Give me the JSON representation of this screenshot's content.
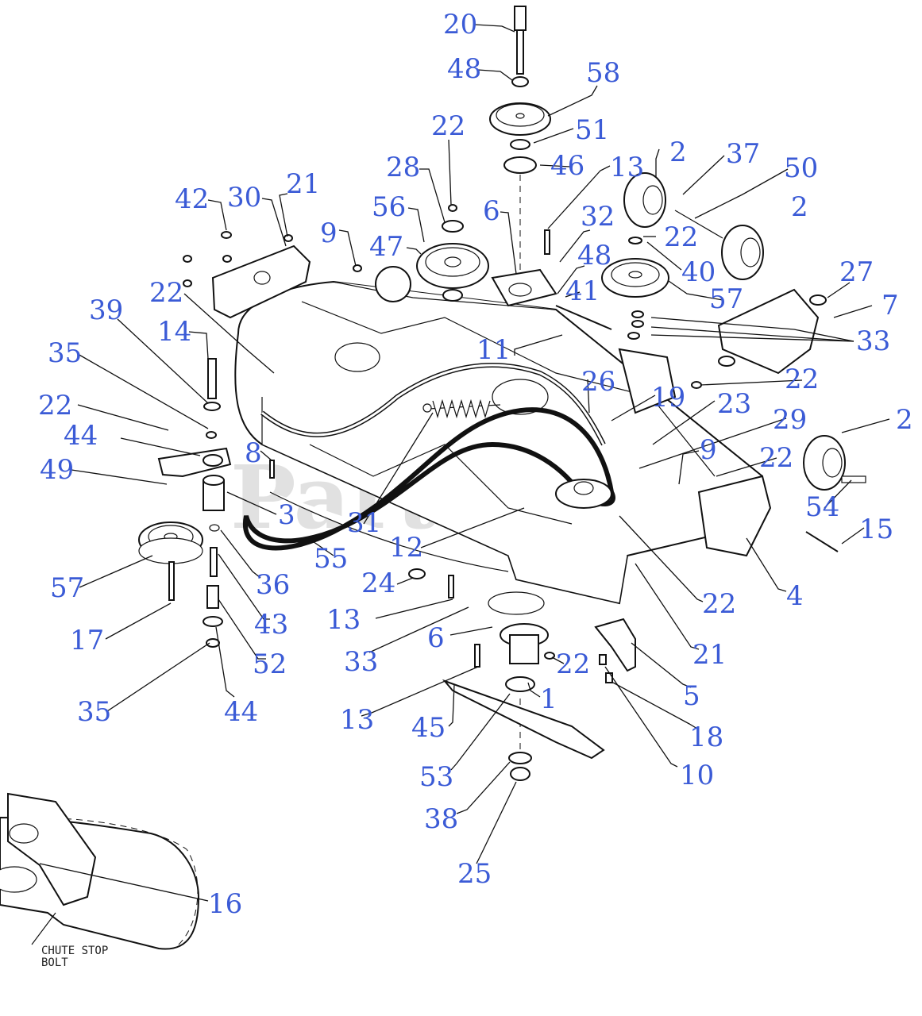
{
  "watermark": "PartsTree",
  "note": {
    "line1": "CHUTE STOP",
    "line2": "BOLT"
  },
  "callouts": {
    "c20": "20",
    "c48a": "48",
    "c58": "58",
    "c22a": "22",
    "c51": "51",
    "c46": "46",
    "c28": "28",
    "c13a": "13",
    "c2a": "2",
    "c37": "37",
    "c50": "50",
    "c2b": "2",
    "c42": "42",
    "c30": "30",
    "c21a": "21",
    "c56": "56",
    "c6a": "6",
    "c32": "32",
    "c9a": "9",
    "c47": "47",
    "c48b": "48",
    "c22b": "22",
    "c40": "40",
    "c57a": "57",
    "c27": "27",
    "c7": "7",
    "c22c": "22",
    "c41": "41",
    "c33a": "33",
    "c39": "39",
    "c14": "14",
    "c11": "11",
    "c35a": "35",
    "c26": "26",
    "c19": "19",
    "c22d": "22",
    "c23": "23",
    "c22e": "22",
    "c29": "29",
    "c2c": "2",
    "c44a": "44",
    "c8": "8",
    "c9b": "9",
    "c22f": "22",
    "c49": "49",
    "c3": "3",
    "c31": "31",
    "c54": "54",
    "c15": "15",
    "c12": "12",
    "c55": "55",
    "c57b": "57",
    "c36": "36",
    "c24": "24",
    "c22g": "22",
    "c4": "4",
    "c13b": "13",
    "c43": "43",
    "c17": "17",
    "c33b": "33",
    "c6b": "6",
    "c52": "52",
    "c21b": "21",
    "c22h": "22",
    "c1": "1",
    "c35b": "35",
    "c44b": "44",
    "c13c": "13",
    "c45": "45",
    "c5": "5",
    "c18": "18",
    "c53": "53",
    "c10": "10",
    "c38": "38",
    "c25": "25",
    "c16": "16"
  }
}
